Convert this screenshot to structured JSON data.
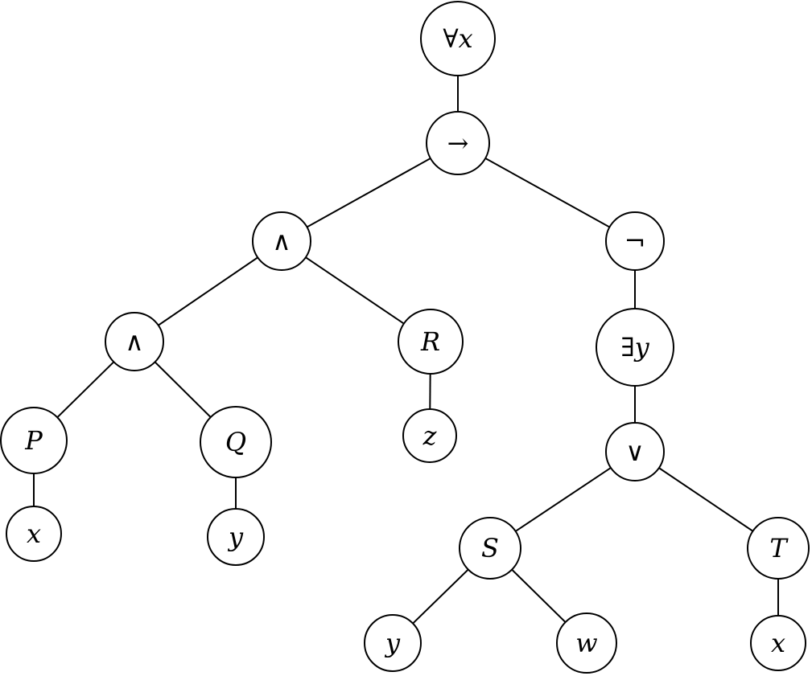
{
  "diagram": {
    "type": "syntax-tree",
    "nodes": [
      {
        "id": "forall",
        "label": "∀x"
      },
      {
        "id": "implies",
        "label": "→"
      },
      {
        "id": "and1",
        "label": "∧"
      },
      {
        "id": "not",
        "label": "¬"
      },
      {
        "id": "and2",
        "label": "∧"
      },
      {
        "id": "R",
        "label": "R"
      },
      {
        "id": "exists",
        "label": "∃y"
      },
      {
        "id": "P",
        "label": "P"
      },
      {
        "id": "Q",
        "label": "Q"
      },
      {
        "id": "z",
        "label": "z"
      },
      {
        "id": "or",
        "label": "∨"
      },
      {
        "id": "x1",
        "label": "x"
      },
      {
        "id": "y1",
        "label": "y"
      },
      {
        "id": "S",
        "label": "S"
      },
      {
        "id": "T",
        "label": "T"
      },
      {
        "id": "y2",
        "label": "y"
      },
      {
        "id": "w",
        "label": "w"
      },
      {
        "id": "x2",
        "label": "x"
      }
    ],
    "edges": [
      [
        "forall",
        "implies"
      ],
      [
        "implies",
        "and1"
      ],
      [
        "implies",
        "not"
      ],
      [
        "and1",
        "and2"
      ],
      [
        "and1",
        "R"
      ],
      [
        "not",
        "exists"
      ],
      [
        "and2",
        "P"
      ],
      [
        "and2",
        "Q"
      ],
      [
        "R",
        "z"
      ],
      [
        "exists",
        "or"
      ],
      [
        "P",
        "x1"
      ],
      [
        "Q",
        "y1"
      ],
      [
        "or",
        "S"
      ],
      [
        "or",
        "T"
      ],
      [
        "S",
        "y2"
      ],
      [
        "S",
        "w"
      ],
      [
        "T",
        "x2"
      ]
    ]
  }
}
